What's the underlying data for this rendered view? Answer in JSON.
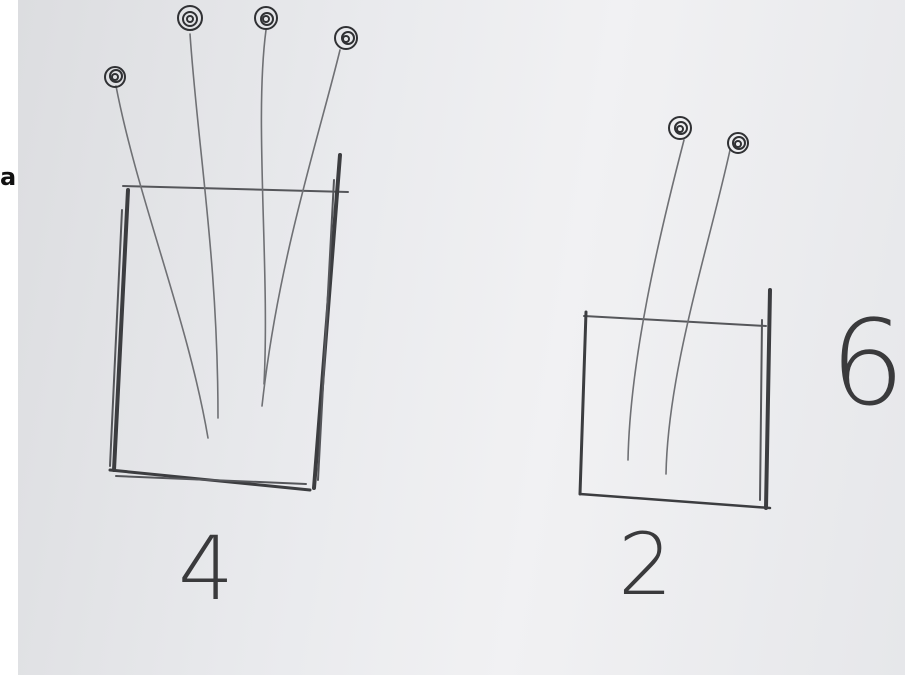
{
  "margin_text": "a",
  "left_pot": {
    "count_label": "4",
    "flowers": 4
  },
  "right_pot": {
    "count_label": "2",
    "flowers": 2
  },
  "total_label": "6",
  "colors": {
    "paper": "#e9eaed",
    "pencil": "#55565a"
  }
}
